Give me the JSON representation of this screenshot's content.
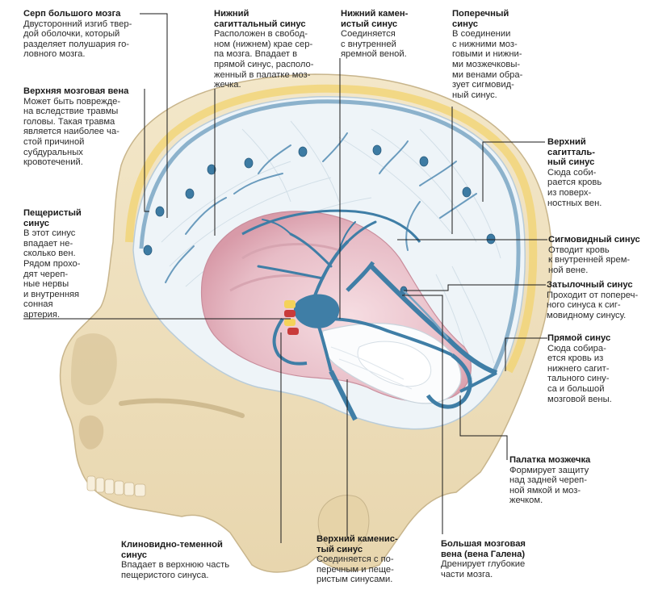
{
  "labels": {
    "serp": {
      "title": [
        "Серп большого мозга"
      ],
      "desc": [
        "Двусторонний изгиб твер-",
        "дой оболочки, который",
        "разделяет полушария го-",
        "ловного мозга."
      ]
    },
    "verhnyaya_vena": {
      "title": [
        "Верхняя мозговая вена"
      ],
      "desc": [
        "Может быть поврежде-",
        "на вследствие травмы",
        "головы. Такая травма",
        "является наиболее ча-",
        "стой причиной",
        "субдуральных",
        "кровотечений."
      ]
    },
    "peshcheristy": {
      "title": [
        "Пещеристый",
        "синус"
      ],
      "desc": [
        "В этот синус",
        "впадает не-",
        "сколько вен.",
        "Рядом прохо-",
        "дят череп-",
        "ные нервы",
        "и внутренняя",
        "сонная",
        "артерия."
      ]
    },
    "nizhny_sagittal": {
      "title": [
        "Нижний",
        "сагиттальный синус"
      ],
      "desc": [
        "Расположен в свобод-",
        "ном (нижнем) крае сер-",
        "па мозга. Впадает в",
        "прямой синус, располо-",
        "женный в палатке моз-",
        "жечка."
      ]
    },
    "nizhny_kamenisty": {
      "title": [
        "Нижний камен-",
        "истый синус"
      ],
      "desc": [
        "Соединяется",
        "с внутренней",
        "яремной веной."
      ]
    },
    "poperechny": {
      "title": [
        "Поперечный",
        "синус"
      ],
      "desc": [
        "В соединении",
        "с нижними моз-",
        "говыми и нижни-",
        "ми мозжечковы-",
        "ми венами обра-",
        "зует сигмовид-",
        "ный синус."
      ]
    },
    "verhny_sagittal": {
      "title": [
        "Верхний",
        "сагитталь-",
        "ный синус"
      ],
      "desc": [
        "Сюда соби-",
        "рается кровь",
        "из поверх-",
        "ностных вен."
      ]
    },
    "sigmovidny": {
      "title": [
        "Сигмовидный синус"
      ],
      "desc": [
        "Отводит кровь",
        "к внутренней ярем-",
        "ной вене."
      ]
    },
    "zatylochny": {
      "title": [
        "Затылочный синус"
      ],
      "desc": [
        "Проходит от попереч-",
        "ного синуса к сиг-",
        "мовидному синусу."
      ]
    },
    "pryamoy": {
      "title": [
        "Прямой синус"
      ],
      "desc": [
        "Сюда собира-",
        "ется кровь из",
        "нижнего сагит-",
        "тального сину-",
        "са и большой",
        "мозговой вены."
      ]
    },
    "palatka": {
      "title": [
        "Палатка мозжечка"
      ],
      "desc": [
        "Формирует защиту",
        "над задней череп-",
        "ной ямкой и моз-",
        "жечком."
      ]
    },
    "klinovidno": {
      "title": [
        "Клиновидно-теменной",
        "синус"
      ],
      "desc": [
        "Впадает в верхнюю часть",
        "пещеристого синуса."
      ]
    },
    "verhny_kamenisty": {
      "title": [
        "Верхний каменис-",
        "тый синус"
      ],
      "desc": [
        "Соединяется с по-",
        "перечным и пеще-",
        "ристым синусами."
      ]
    },
    "galen": {
      "title": [
        "Большая мозговая",
        "вена (вена Галена)"
      ],
      "desc": [
        "Дренирует глубокие",
        "части мозга."
      ]
    }
  },
  "colors": {
    "bone": "#efe1be",
    "dura": "#eaf1f6",
    "sinus": "#3f7ea6",
    "tissue": "#e4b6c1"
  }
}
